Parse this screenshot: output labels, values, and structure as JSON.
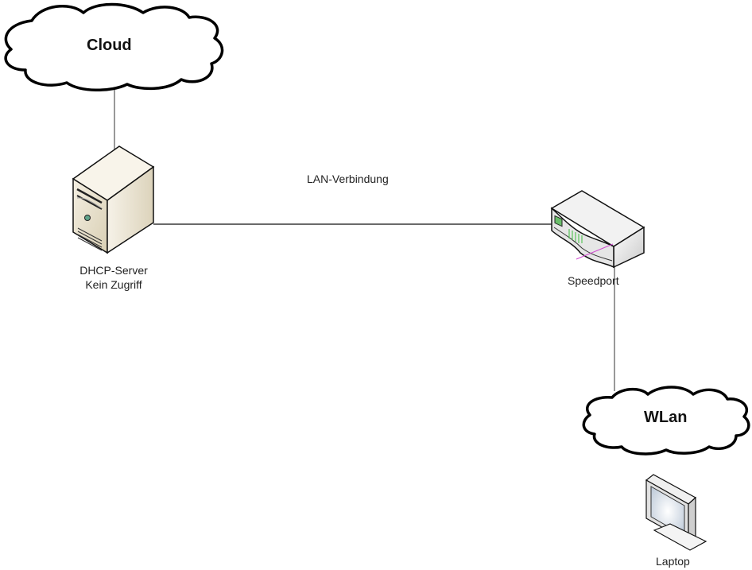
{
  "diagram": {
    "nodes": {
      "cloud": {
        "label": "Cloud",
        "icon": "cloud-icon"
      },
      "dhcp_server": {
        "label_line1": "DHCP-Server",
        "label_line2": "Kein Zugriff",
        "icon": "server-tower-icon"
      },
      "speedport": {
        "label": "Speedport",
        "icon": "router-icon"
      },
      "wlan": {
        "label": "WLan",
        "icon": "cloud-icon"
      },
      "laptop": {
        "label": "Laptop",
        "icon": "monitor-icon"
      }
    },
    "edges": [
      {
        "from": "cloud",
        "to": "dhcp_server",
        "label": ""
      },
      {
        "from": "dhcp_server",
        "to": "speedport",
        "label": "LAN-Verbindung"
      },
      {
        "from": "speedport",
        "to": "wlan",
        "label": ""
      }
    ]
  }
}
